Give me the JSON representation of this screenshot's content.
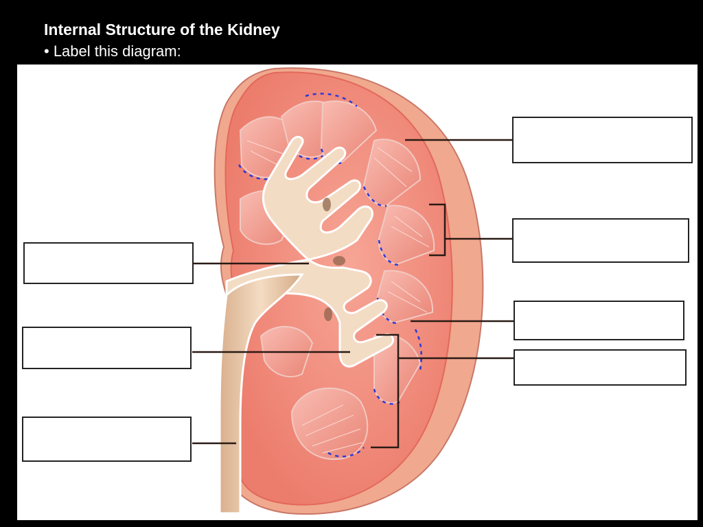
{
  "slide": {
    "title": "Internal Structure of the Kidney",
    "subtitle": "• Label this diagram:"
  },
  "label_boxes": [
    {
      "id": "top-right",
      "text": ""
    },
    {
      "id": "mid-right",
      "text": ""
    },
    {
      "id": "left-upper",
      "text": ""
    },
    {
      "id": "right-lower-1",
      "text": ""
    },
    {
      "id": "left-middle",
      "text": ""
    },
    {
      "id": "right-lower-2",
      "text": ""
    },
    {
      "id": "left-bottom",
      "text": ""
    }
  ],
  "colors": {
    "background": "#000000",
    "panel": "#ffffff",
    "cortex": "#f28c7c",
    "pyramid": "#f6a9a0",
    "pelvis": "#f3dcc4",
    "ureter": "#e8c7a6",
    "capsule": "#e36d5e",
    "vessel": "#2b3ad8",
    "leader_line": "#2a1a14"
  }
}
